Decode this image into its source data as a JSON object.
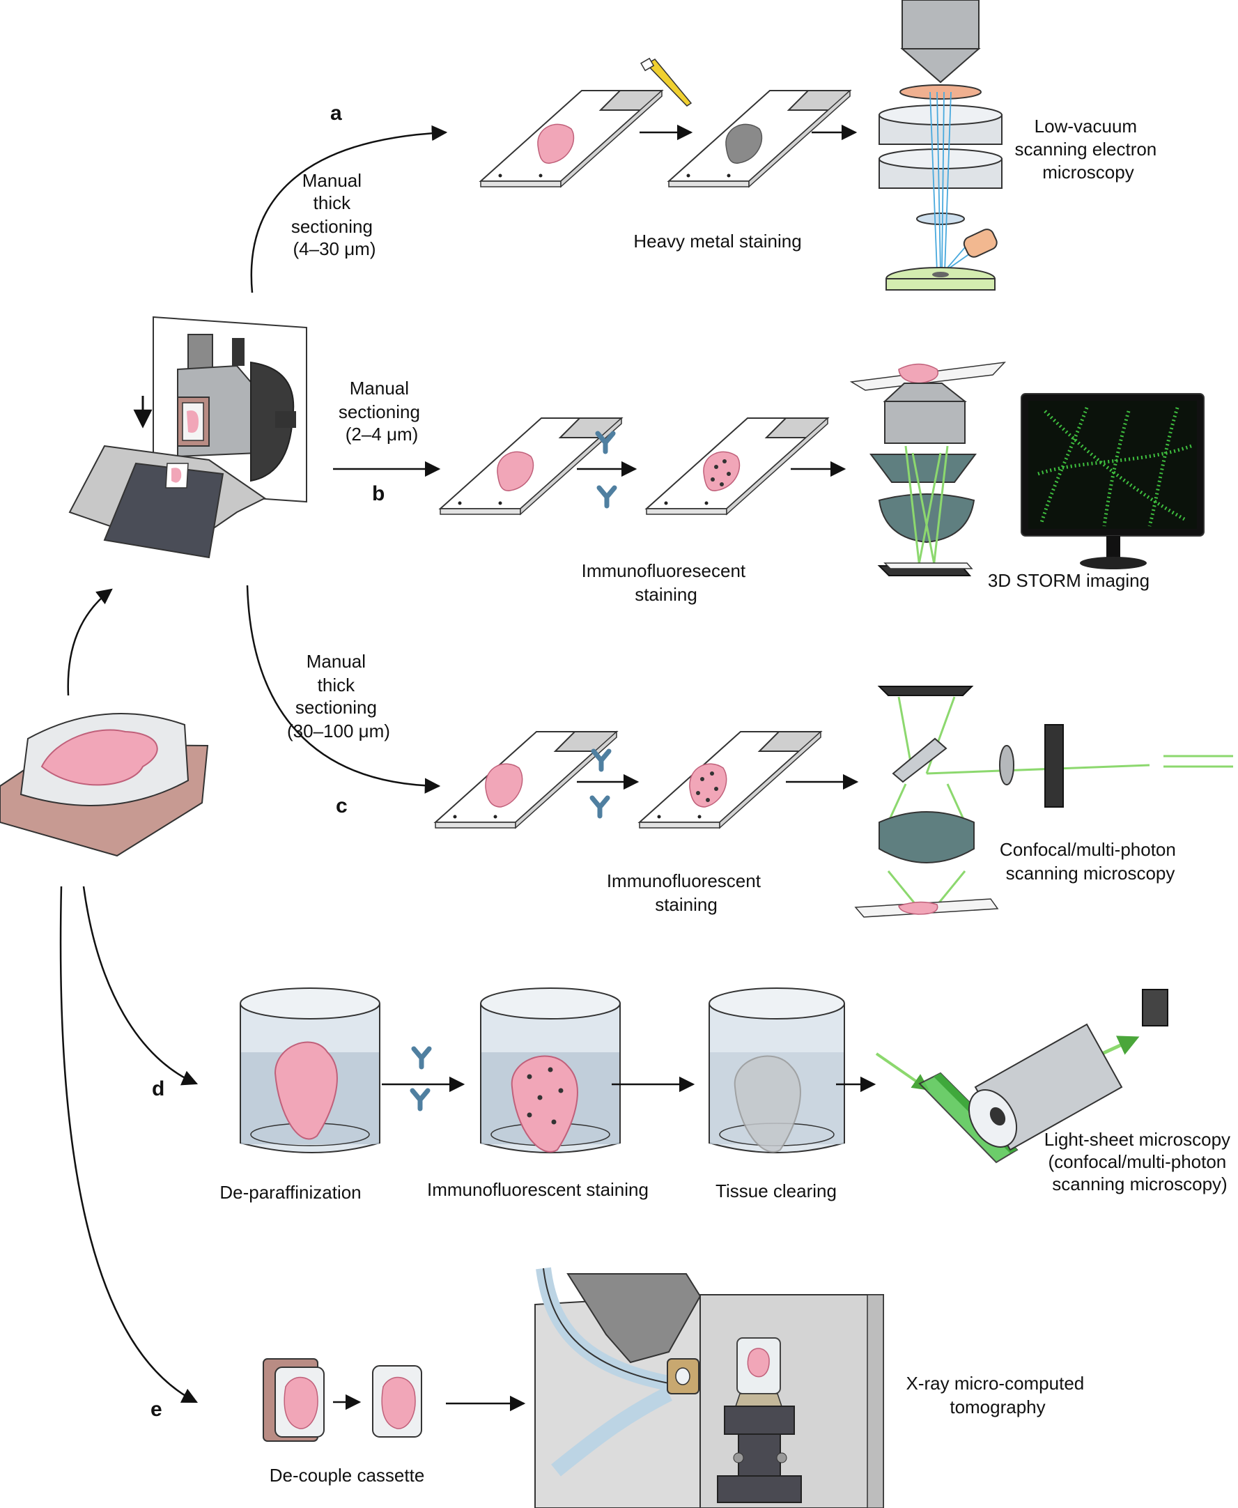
{
  "panels": {
    "a": "a",
    "b": "b",
    "c": "c",
    "d": "d",
    "e": "e"
  },
  "labels": {
    "a_sectioning": [
      "Manual",
      "thick",
      "sectioning",
      "(4–30 μm)"
    ],
    "a_stain": "Heavy metal staining",
    "a_imaging": [
      "Low-vacuum",
      "scanning electron",
      "microscopy"
    ],
    "b_sectioning": [
      "Manual",
      "sectioning",
      "(2–4 μm)"
    ],
    "b_stain": [
      "Immunofluoresecent",
      "staining"
    ],
    "b_imaging": "3D STORM imaging",
    "c_sectioning": [
      "Manual",
      "thick",
      "sectioning",
      "(30–100 μm)"
    ],
    "c_stain": [
      "Immunofluorescent",
      "staining"
    ],
    "c_imaging": [
      "Confocal/multi-photon",
      "scanning microscopy"
    ],
    "d_step1": "De-paraffinization",
    "d_step2": "Immunofluorescent staining",
    "d_step3": "Tissue clearing",
    "d_imaging": [
      "Light-sheet microscopy",
      "(confocal/multi-photon",
      "scanning microscopy)"
    ],
    "e_step1": "De-couple cassette",
    "e_imaging": [
      "X-ray micro-computed",
      "tomography"
    ]
  },
  "colors": {
    "tissue": "#f1a6b8",
    "tissue_dark": "#d97790",
    "stained_grey": "#8a8a8a",
    "antibody": "#5b88a8",
    "glass": "#dfe7ee",
    "green": "#8cd86e",
    "lens": "#5f7f80",
    "metal": "#b5b8bb",
    "dark": "#333333",
    "blue_beam": "#49a9dd"
  }
}
